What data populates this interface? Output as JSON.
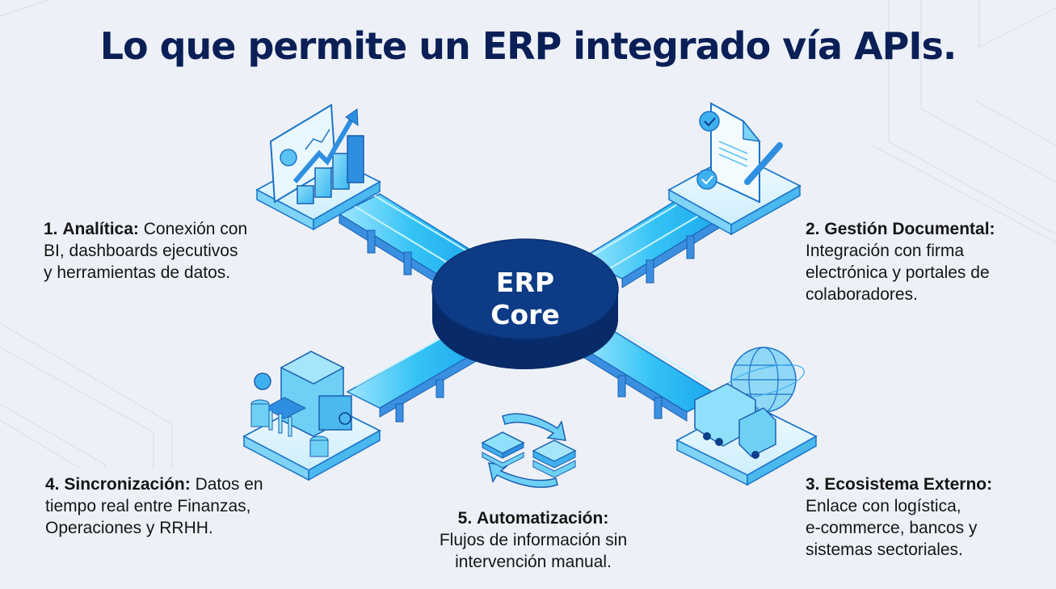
{
  "title": "Lo que permite un ERP integrado vía APIs.",
  "core": {
    "line1": "ERP",
    "line2": "Core"
  },
  "colors": {
    "background": "#edf1f7",
    "title": "#0b1f57",
    "core_top": "#0d3b85",
    "core_side": "#082a68",
    "bridge_glow": "#35c3f5",
    "platform": "#e6f6fd",
    "accent_blue": "#2e8fe0"
  },
  "items": [
    {
      "number": "1.",
      "heading": "Analítica:",
      "lines": [
        "Conexión con",
        "BI, dashboards ejecutivos",
        "y herramientas de datos."
      ],
      "icon": "analytics-dashboard-icon"
    },
    {
      "number": "2.",
      "heading": "Gestión Documental:",
      "lines": [
        "Integración con firma",
        "electrónica y portales de",
        "colaboradores."
      ],
      "icon": "signed-document-icon"
    },
    {
      "number": "3.",
      "heading": "Ecosistema Externo:",
      "lines": [
        "Enlace con logística,",
        "e-commerce, bancos y",
        "sistemas sectoriales."
      ],
      "icon": "globe-truck-icon"
    },
    {
      "number": "4.",
      "heading": "Sincronización:",
      "lines": [
        "Datos en",
        "tiempo real entre Finanzas,",
        "Operaciones y RRHH."
      ],
      "icon": "bank-building-icon"
    },
    {
      "number": "5.",
      "heading": "Automatización:",
      "lines": [
        "Flujos de información sin",
        "intervención manual."
      ],
      "icon": "sync-arrows-icon"
    }
  ]
}
